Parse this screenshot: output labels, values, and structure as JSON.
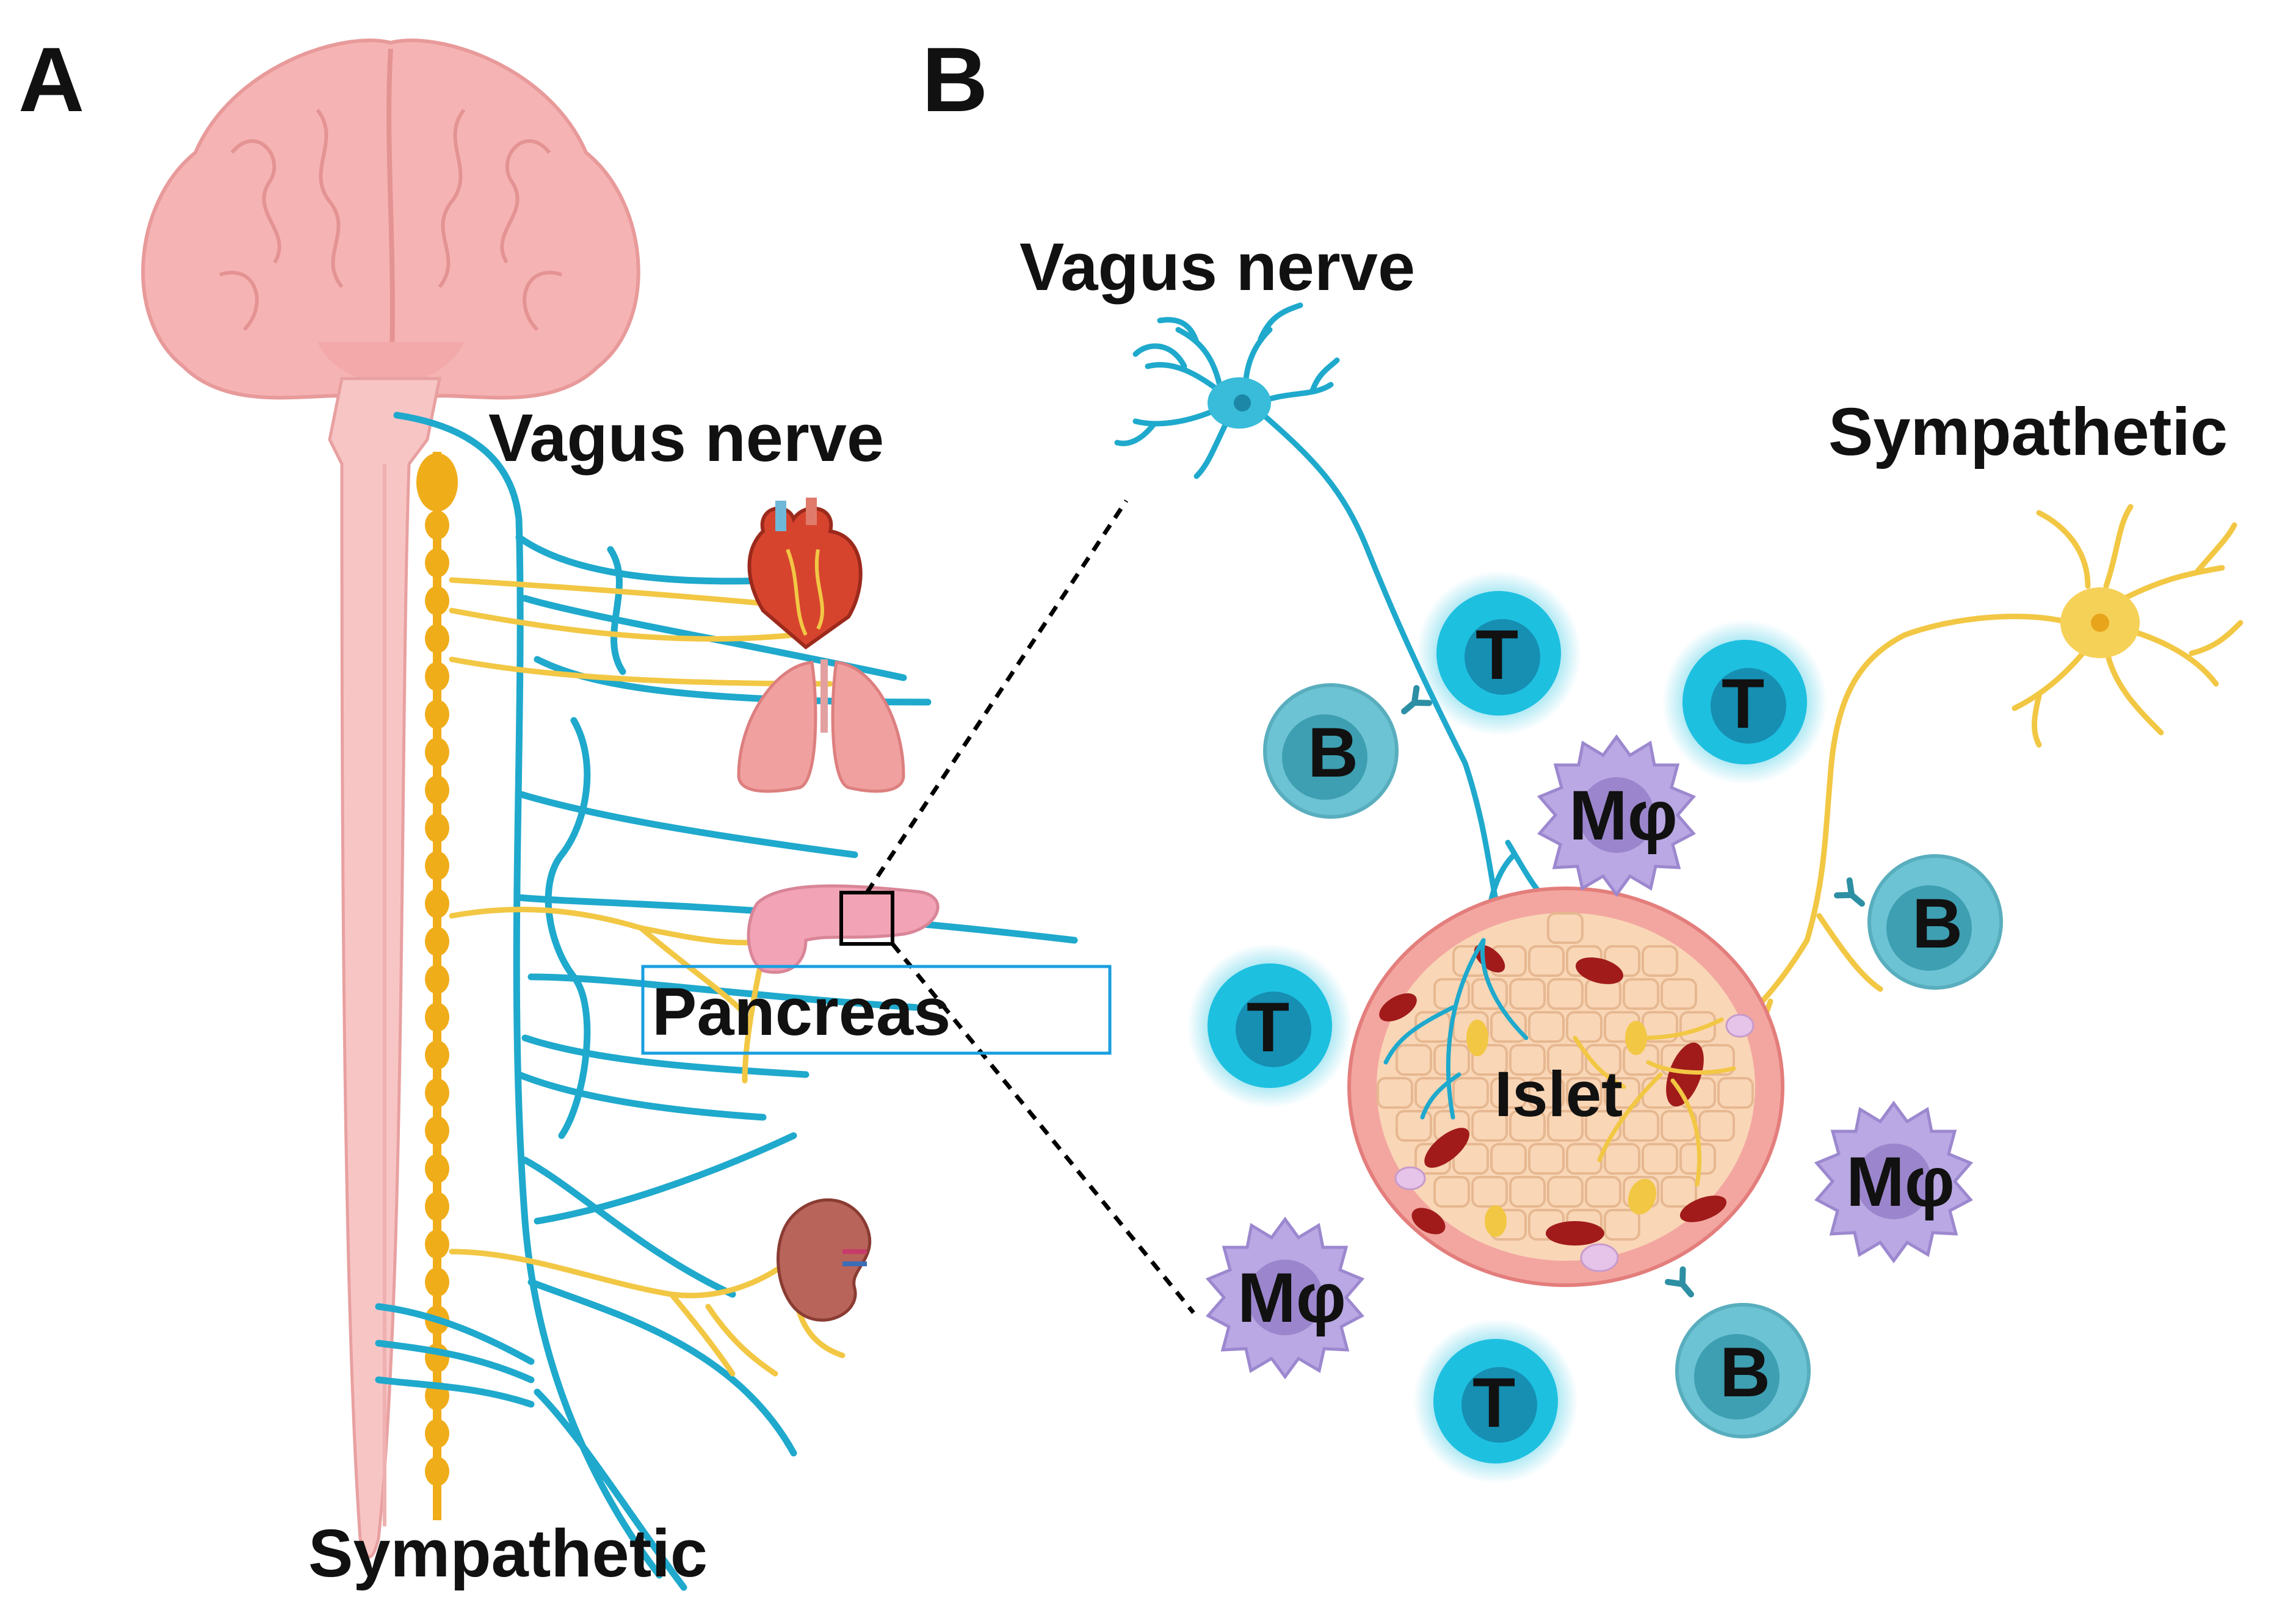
{
  "panel_a": {
    "letter": "A",
    "labels": {
      "vagus": "Vagus nerve",
      "sympathetic": "Sympathetic",
      "pancreas": "Pancreas"
    }
  },
  "panel_b": {
    "letter": "B",
    "labels": {
      "vagus": "Vagus nerve",
      "sympathetic": "Sympathetic",
      "islet": "Islet"
    },
    "cells": [
      {
        "type": "T-cell",
        "label": "T"
      },
      {
        "type": "T-cell",
        "label": "T"
      },
      {
        "type": "T-cell",
        "label": "T"
      },
      {
        "type": "T-cell",
        "label": "T"
      },
      {
        "type": "B-cell",
        "label": "B"
      },
      {
        "type": "B-cell",
        "label": "B"
      },
      {
        "type": "B-cell",
        "label": "B"
      },
      {
        "type": "macrophage",
        "label": "Mφ"
      },
      {
        "type": "macrophage",
        "label": "Mφ"
      },
      {
        "type": "macrophage",
        "label": "Mφ"
      }
    ]
  },
  "colors": {
    "vagus": "#1fa9cc",
    "sympathetic": "#f2c744",
    "sympathetic_chain": "#f0ad1a",
    "brain": "#f6b3b3",
    "t_cell": "#1ec0e0",
    "b_cell": "#6cc3d3",
    "macrophage": "#b9a8e3",
    "islet": "#f9d6b6",
    "highlight_box": "#1a9fe0"
  }
}
